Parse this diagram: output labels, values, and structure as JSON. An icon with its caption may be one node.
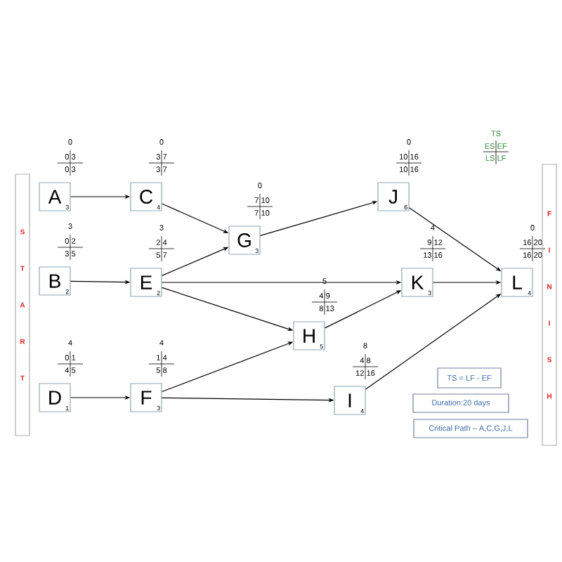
{
  "diagram": {
    "nodes": [
      {
        "text": [
          "S T A R T"
        ]
      },
      {
        "text": [
          "A",
          "3"
        ],
        "beside": [
          "0",
          "0",
          "3",
          "0",
          "3"
        ]
      },
      {
        "text": [
          "C",
          "4"
        ],
        "beside": [
          "0",
          "3",
          "7",
          "3",
          "7"
        ]
      },
      {
        "text": [
          "G",
          "3"
        ],
        "beside": [
          "0",
          "7",
          "10",
          "7",
          "10"
        ]
      },
      {
        "text": [
          "J",
          "6"
        ],
        "beside": [
          "0",
          "10",
          "16",
          "10",
          "16"
        ]
      },
      {
        "text": [
          "B",
          "2"
        ],
        "beside": [
          "3",
          "0",
          "2",
          "3",
          "5"
        ]
      },
      {
        "text": [
          "E",
          "2"
        ],
        "beside": [
          "3",
          "2",
          "4",
          "5",
          "7"
        ]
      },
      {
        "text": [
          "K",
          "3"
        ],
        "beside": [
          "4",
          "9",
          "12",
          "13",
          "16"
        ]
      },
      {
        "text": [
          "L",
          "4"
        ],
        "beside": [
          "0",
          "16",
          "20",
          "16",
          "20"
        ]
      },
      {
        "text": [
          "H",
          "5"
        ],
        "beside": [
          "5",
          "4",
          "9",
          "8",
          "13"
        ]
      },
      {
        "text": [
          "D",
          "1"
        ],
        "beside": [
          "4",
          "0",
          "1",
          "4",
          "5"
        ]
      },
      {
        "text": [
          "F",
          "3"
        ],
        "beside": [
          "4",
          "1",
          "4",
          "5",
          "8"
        ]
      },
      {
        "text": [
          "I",
          "4"
        ],
        "beside": [
          "8",
          "4",
          "8",
          "12",
          "16"
        ]
      },
      {
        "text": [
          "F I N I S H"
        ]
      },
      {
        "text": [
          "TS = LF - EF"
        ]
      },
      {
        "text": [
          "Duration:20 days"
        ]
      },
      {
        "text": [
          "Critical Path – A,C,G,J,L"
        ]
      }
    ],
    "edges": [
      {
        "from": 1,
        "to": 2,
        "arrow": "to"
      },
      {
        "from": 2,
        "to": 3,
        "arrow": "to"
      },
      {
        "from": 5,
        "to": 6,
        "arrow": "to"
      },
      {
        "from": 6,
        "to": 3,
        "arrow": "to"
      },
      {
        "from": 6,
        "to": 7,
        "arrow": "to"
      },
      {
        "from": 6,
        "to": 9,
        "arrow": "to"
      },
      {
        "from": 10,
        "to": 11,
        "arrow": "to"
      },
      {
        "from": 11,
        "to": 9,
        "arrow": "to"
      },
      {
        "from": 11,
        "to": 12,
        "arrow": "to"
      },
      {
        "from": 3,
        "to": 4,
        "arrow": "to"
      },
      {
        "from": 9,
        "to": 7,
        "arrow": "to"
      },
      {
        "from": 4,
        "to": 8,
        "arrow": "to"
      },
      {
        "from": 7,
        "to": 8,
        "arrow": "to"
      },
      {
        "from": 12,
        "to": 8,
        "arrow": "to"
      }
    ],
    "labels": [
      "TS",
      "ES",
      "EF",
      "LS",
      "LF"
    ]
  }
}
